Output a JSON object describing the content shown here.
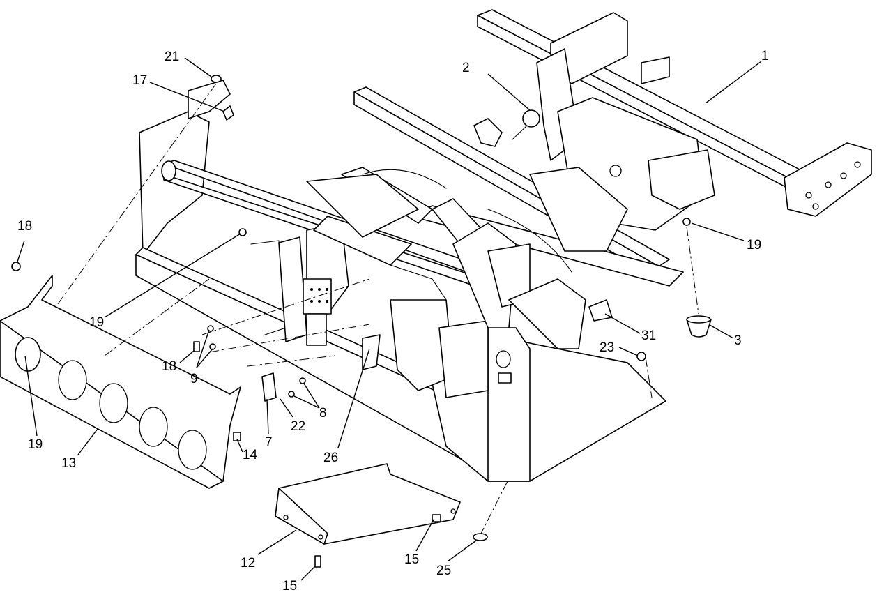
{
  "callouts": [
    {
      "id": "c1",
      "label": "1"
    },
    {
      "id": "c2",
      "label": "2"
    },
    {
      "id": "c3",
      "label": "3"
    },
    {
      "id": "c7",
      "label": "7"
    },
    {
      "id": "c8",
      "label": "8"
    },
    {
      "id": "c9",
      "label": "9"
    },
    {
      "id": "c12",
      "label": "12"
    },
    {
      "id": "c13",
      "label": "13"
    },
    {
      "id": "c14",
      "label": "14"
    },
    {
      "id": "c15a",
      "label": "15"
    },
    {
      "id": "c15b",
      "label": "15"
    },
    {
      "id": "c17",
      "label": "17"
    },
    {
      "id": "c18a",
      "label": "18"
    },
    {
      "id": "c18b",
      "label": "18"
    },
    {
      "id": "c19a",
      "label": "19"
    },
    {
      "id": "c19b",
      "label": "19"
    },
    {
      "id": "c19c",
      "label": "19"
    },
    {
      "id": "c21",
      "label": "21"
    },
    {
      "id": "c22",
      "label": "22"
    },
    {
      "id": "c23",
      "label": "23"
    },
    {
      "id": "c25",
      "label": "25"
    },
    {
      "id": "c26",
      "label": "26"
    },
    {
      "id": "c31",
      "label": "31"
    }
  ],
  "colors": {
    "line": "#000000",
    "background": "#ffffff"
  }
}
